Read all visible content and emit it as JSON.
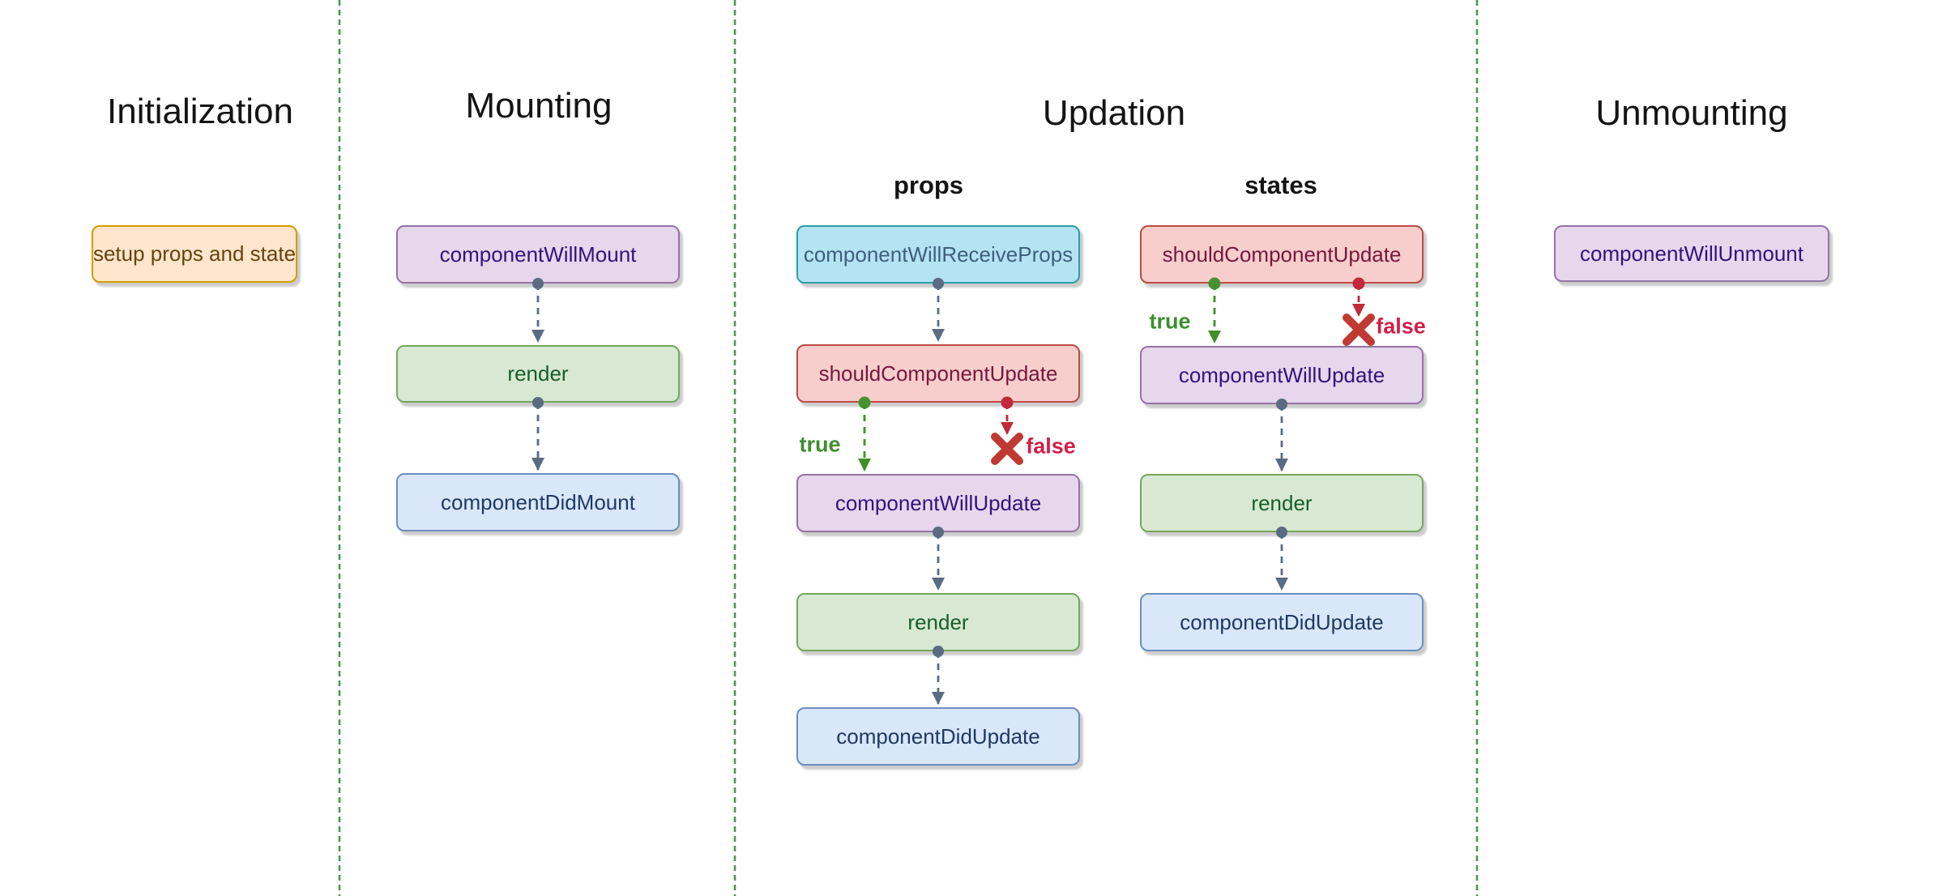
{
  "diagram": {
    "sections": {
      "initialization": {
        "title": "Initialization",
        "setup_node": "setup props and state"
      },
      "mounting": {
        "title": "Mounting",
        "component_will_mount": "componentWillMount",
        "render": "render",
        "component_did_mount": "componentDidMount"
      },
      "updation": {
        "title": "Updation",
        "props_label": "props",
        "states_label": "states",
        "component_will_receive_props": "componentWillReceiveProps",
        "should_component_update": "shouldComponentUpdate",
        "component_will_update": "componentWillUpdate",
        "render": "render",
        "component_did_update": "componentDidUpdate",
        "true_label": "true",
        "false_label": "false"
      },
      "unmounting": {
        "title": "Unmounting",
        "component_will_unmount": "componentWillUnmount"
      }
    },
    "colors": {
      "divider_green": "#4d9850",
      "connector_gray": "#5a6b82",
      "branch_true_green": "#3e8f2e",
      "branch_false_red": "#d01f4a",
      "x_mark_red": "#bf3a32",
      "node_orange_bg": "#ffe6cc",
      "node_orange_border": "#d79b00",
      "node_orange_text": "#66430f",
      "node_purple_bg": "#e6d7ec",
      "node_purple_border": "#9673a6",
      "node_purple_text": "#33127d",
      "node_green_bg": "#d7e9d2",
      "node_green_border": "#77a65c",
      "node_green_text": "#175e2a",
      "node_blue_bg": "#d9e7fb",
      "node_blue_border": "#6c8ebf",
      "node_blue_text": "#1f3864",
      "node_cyan_bg": "#b4e4f4",
      "node_cyan_border": "#2b9ea6",
      "node_cyan_text": "#3f5e7e",
      "node_red_bg": "#f8cecc",
      "node_red_border": "#bc4b43",
      "node_red_text": "#76173f"
    }
  }
}
